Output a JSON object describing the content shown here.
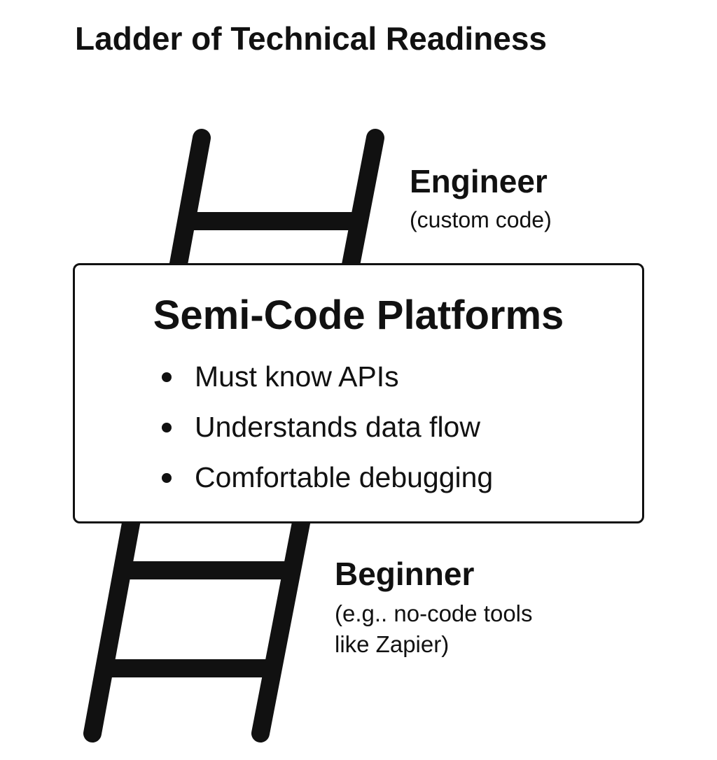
{
  "title": "Ladder of Technical Readiness",
  "top_level": {
    "label": "Engineer",
    "sub": "(custom code)"
  },
  "middle": {
    "title": "Semi-Code Platforms",
    "bullets": [
      "Must know APIs",
      "Understands data flow",
      "Comfortable debugging"
    ]
  },
  "bottom_level": {
    "label": "Beginner",
    "sub_line1": "(e.g.. no-code tools",
    "sub_line2": "like Zapier)"
  }
}
